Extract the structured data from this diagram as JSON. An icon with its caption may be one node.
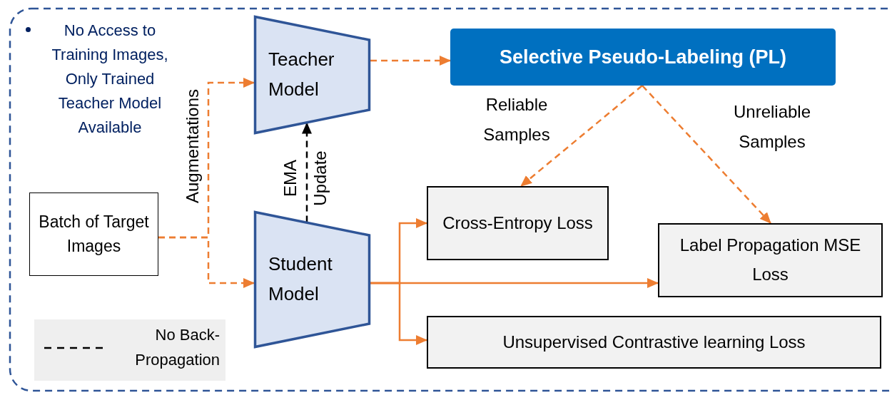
{
  "diagram": {
    "nodes": [
      {
        "text": [
          "Teacher Model"
        ]
      },
      {
        "text": [
          "Selective Pseudo-Labeling (PL)"
        ]
      },
      {
        "text": [
          "Batch of Target Images"
        ]
      },
      {
        "text": [
          "Student Model"
        ]
      },
      {
        "text": [
          "Cross-Entropy Loss"
        ]
      },
      {
        "text": [
          "Label Propagation MSE Loss"
        ]
      },
      {
        "text": [
          "Unsupervised Contrastive learning Loss"
        ]
      }
    ],
    "edges": [
      {
        "from": 0,
        "to": 1,
        "arrow": "to",
        "style": "dashed"
      },
      {
        "from": 2,
        "to": 0,
        "arrow": "to",
        "style": "dashed",
        "label": "Augmentations"
      },
      {
        "from": 2,
        "to": 3,
        "arrow": "to",
        "style": "dashed"
      },
      {
        "from": 3,
        "to": 0,
        "arrow": "to",
        "style": "dashed",
        "color": "#000000",
        "label": "EMA Update"
      },
      {
        "from": 1,
        "to": 4,
        "arrow": "to",
        "style": "dashed",
        "label": "Reliable Samples"
      },
      {
        "from": 1,
        "to": 5,
        "arrow": "to",
        "style": "dashed",
        "label": "Unreliable Samples"
      },
      {
        "from": 3,
        "to": 4,
        "arrow": "to"
      },
      {
        "from": 3,
        "to": 5,
        "arrow": "to"
      },
      {
        "from": 3,
        "to": 6,
        "arrow": "to"
      }
    ],
    "labels": [
      "No Access to Training Images, Only Trained Teacher Model Available"
    ],
    "legend": [
      {
        "text": "No Back-Propagation"
      }
    ]
  }
}
